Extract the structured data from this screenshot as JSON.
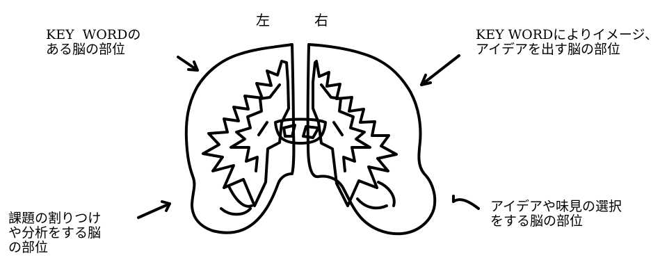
{
  "header": {
    "left_label": "左",
    "right_label": "右"
  },
  "labels": {
    "top_left": {
      "lines": [
        "KEY  WORDの",
        "ある脳の部位"
      ]
    },
    "top_right": {
      "lines": [
        "KEY WORDによりイメージ、",
        "アイデアを出す脳の部位"
      ]
    },
    "bottom_left": {
      "lines": [
        "課題の割りつけ",
        "や分析をする脳",
        "の部位"
      ]
    },
    "bottom_right": {
      "lines": [
        "アイデアや味見の選択",
        "をする脳の部位"
      ]
    }
  },
  "colors": {
    "ink": "#000000",
    "background": "#ffffff"
  }
}
